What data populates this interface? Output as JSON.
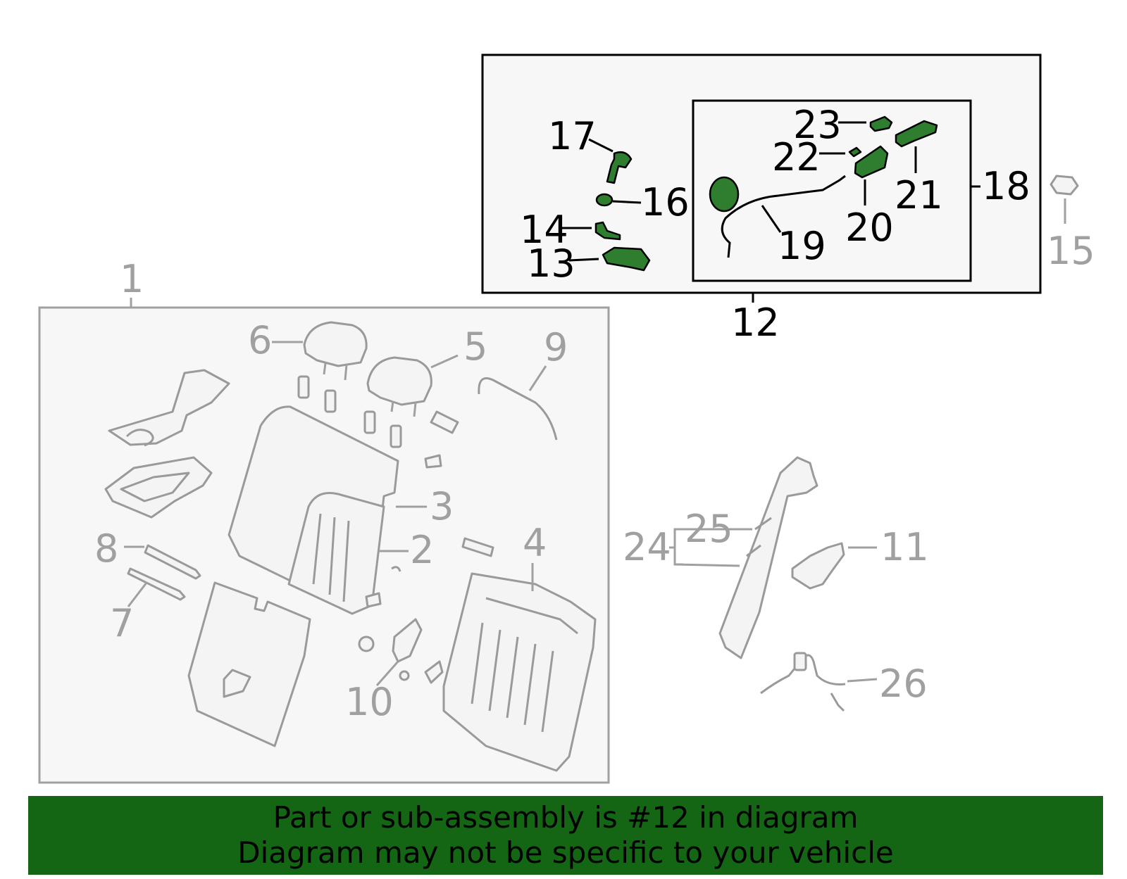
{
  "colors": {
    "highlight_green": "#2f7d2f",
    "banner_green": "#146614",
    "inactive_gray": "#a0a0a0",
    "active_black": "#000000"
  },
  "callouts": {
    "c1": "1",
    "c2": "2",
    "c3": "3",
    "c4": "4",
    "c5": "5",
    "c6": "6",
    "c7": "7",
    "c8": "8",
    "c9": "9",
    "c10": "10",
    "c11": "11",
    "c12": "12",
    "c13": "13",
    "c14": "14",
    "c15": "15",
    "c16": "16",
    "c17": "17",
    "c18": "18",
    "c19": "19",
    "c20": "20",
    "c21": "21",
    "c22": "22",
    "c23": "23",
    "c24": "24",
    "c25": "25",
    "c26": "26"
  },
  "footer": {
    "line1": "Part or sub-assembly is #12 in diagram",
    "line2": "Diagram may not be specific to your vehicle"
  }
}
